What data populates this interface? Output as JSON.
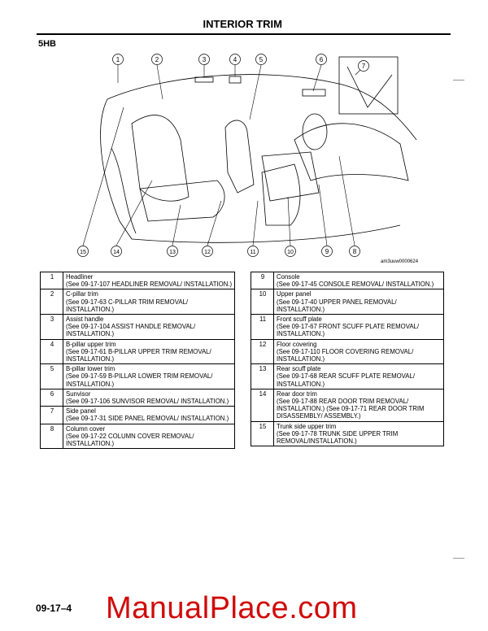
{
  "page": {
    "title": "INTERIOR TRIM",
    "model": "5HB",
    "figure_id": "am3uuw0000624",
    "page_number": "09-17–4",
    "watermark": "ManualPlace.com"
  },
  "callouts": [
    "1",
    "2",
    "3",
    "4",
    "5",
    "6",
    "7",
    "8",
    "9",
    "10",
    "11",
    "12",
    "13",
    "14",
    "15"
  ],
  "parts_left": [
    {
      "no": "1",
      "name": "Headliner",
      "ref": "(See 09-17-107 HEADLINER REMOVAL/ INSTALLATION.)"
    },
    {
      "no": "2",
      "name": "C-pillar trim",
      "ref": "(See 09-17-63 C-PILLAR TRIM REMOVAL/ INSTALLATION.)"
    },
    {
      "no": "3",
      "name": "Assist handle",
      "ref": "(See 09-17-104 ASSIST HANDLE REMOVAL/ INSTALLATION.)"
    },
    {
      "no": "4",
      "name": "B-pillar upper trim",
      "ref": "(See 09-17-61 B-PILLAR UPPER TRIM REMOVAL/ INSTALLATION.)"
    },
    {
      "no": "5",
      "name": "B-pillar lower trim",
      "ref": "(See 09-17-59 B-PILLAR LOWER TRIM REMOVAL/ INSTALLATION.)"
    },
    {
      "no": "6",
      "name": "Sunvisor",
      "ref": "(See 09-17-106 SUNVISOR REMOVAL/ INSTALLATION.)"
    },
    {
      "no": "7",
      "name": "Side panel",
      "ref": "(See 09-17-31 SIDE PANEL REMOVAL/ INSTALLATION.)"
    },
    {
      "no": "8",
      "name": "Column cover",
      "ref": "(See 09-17-22 COLUMN COVER REMOVAL/ INSTALLATION.)"
    }
  ],
  "parts_right": [
    {
      "no": "9",
      "name": "Console",
      "ref": "(See 09-17-45 CONSOLE REMOVAL/ INSTALLATION.)"
    },
    {
      "no": "10",
      "name": "Upper panel",
      "ref": "(See 09-17-40 UPPER PANEL REMOVAL/ INSTALLATION.)"
    },
    {
      "no": "11",
      "name": "Front scuff plate",
      "ref": "(See 09-17-67 FRONT SCUFF PLATE REMOVAL/ INSTALLATION.)"
    },
    {
      "no": "12",
      "name": "Floor covering",
      "ref": "(See 09-17-110 FLOOR COVERING REMOVAL/ INSTALLATION.)"
    },
    {
      "no": "13",
      "name": "Rear scuff plate",
      "ref": "(See 09-17-68 REAR SCUFF PLATE REMOVAL/ INSTALLATION.)"
    },
    {
      "no": "14",
      "name": "Rear door trim",
      "ref": "(See 09-17-88 REAR DOOR TRIM REMOVAL/ INSTALLATION.) (See 09-17-71 REAR DOOR TRIM DISASSEMBLY/ ASSEMBLY.)"
    },
    {
      "no": "15",
      "name": "Trunk side upper trim",
      "ref": "(See 09-17-78 TRUNK SIDE UPPER TRIM REMOVAL/INSTALLATION.)"
    }
  ]
}
